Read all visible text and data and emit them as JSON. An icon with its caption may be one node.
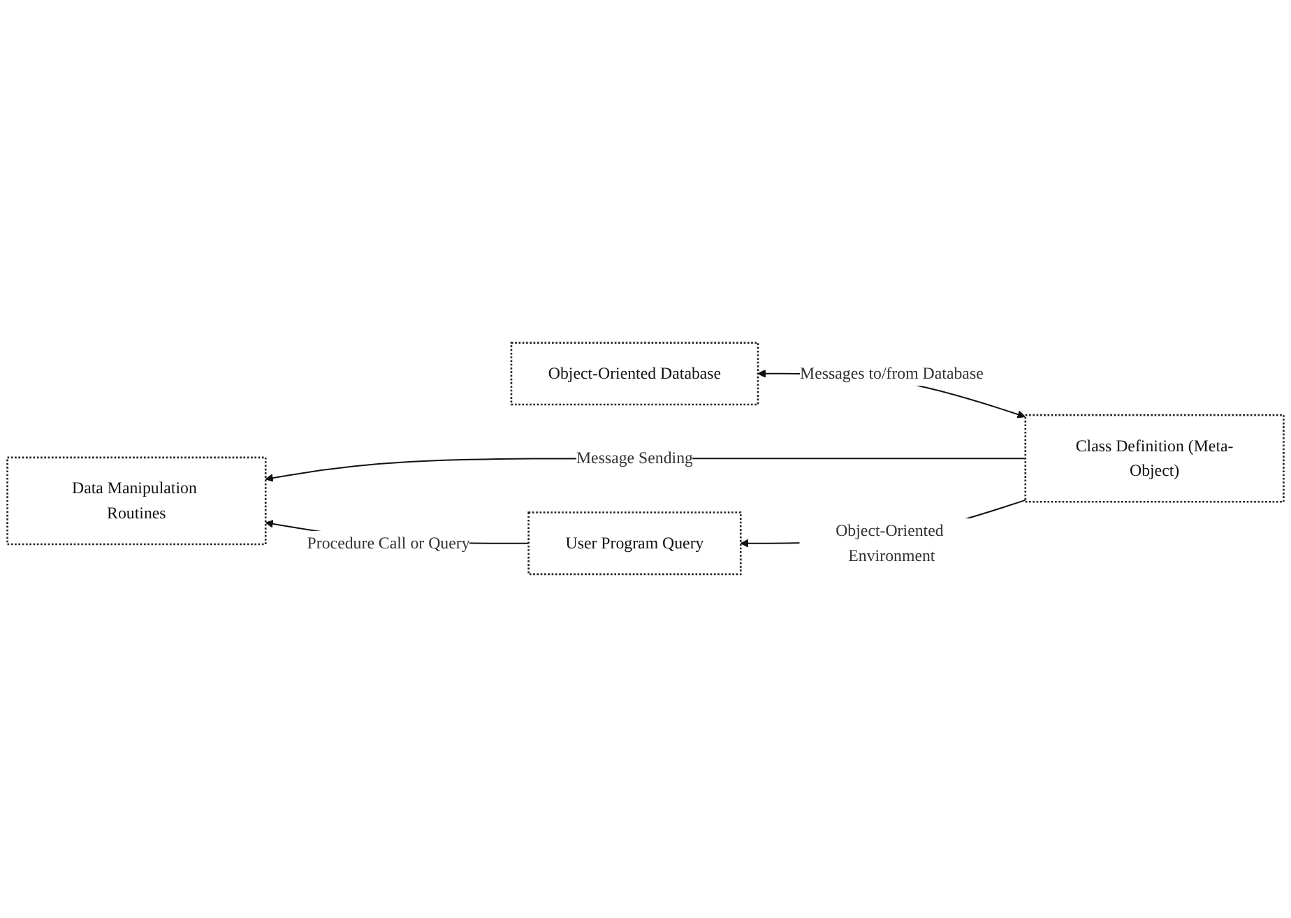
{
  "diagram": {
    "nodes": [
      {
        "text": [
          "Object-Oriented Database"
        ]
      },
      {
        "text": [
          "Data Manipulation Routines"
        ]
      },
      {
        "text": [
          "Class Definition (Meta-Object)"
        ]
      },
      {
        "text": [
          "User Program Query"
        ]
      }
    ],
    "edges": [
      {
        "from": 2,
        "to": 0,
        "arrow": "both",
        "label": "Messages to/from Database"
      },
      {
        "from": 2,
        "to": 1,
        "arrow": "to",
        "label": "Message Sending"
      },
      {
        "from": 2,
        "to": 3,
        "arrow": "to",
        "label": "Object-Oriented Environment"
      },
      {
        "from": 3,
        "to": 1,
        "arrow": "to",
        "label": "Procedure Call or Query"
      }
    ]
  }
}
